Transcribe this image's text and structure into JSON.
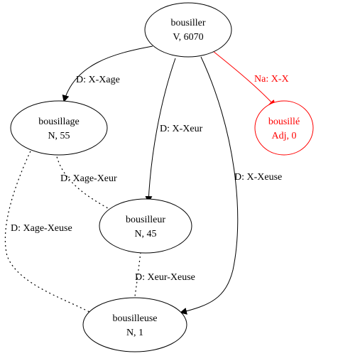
{
  "graph": {
    "nodes": [
      {
        "id": "bousiller",
        "name": "bousiller",
        "info": "V, 6070",
        "color": "#000000"
      },
      {
        "id": "bousillage",
        "name": "bousillage",
        "info": "N, 55",
        "color": "#000000"
      },
      {
        "id": "bousillé",
        "name": "bousillé",
        "info": "Adj, 0",
        "color": "#ff0000"
      },
      {
        "id": "bousilleur",
        "name": "bousilleur",
        "info": "N, 45",
        "color": "#000000"
      },
      {
        "id": "bousilleuse",
        "name": "bousilleuse",
        "info": "N, 1",
        "color": "#000000"
      }
    ],
    "edges": [
      {
        "id": "e1",
        "from": "bousiller",
        "to": "bousillage",
        "label": "D: X-Xage",
        "style": "solid",
        "directed": true,
        "color": "#000000"
      },
      {
        "id": "e2",
        "from": "bousiller",
        "to": "bousilleur",
        "label": "D: X-Xeur",
        "style": "solid",
        "directed": true,
        "color": "#000000"
      },
      {
        "id": "e3",
        "from": "bousiller",
        "to": "bousilleuse",
        "label": "D: X-Xeuse",
        "style": "solid",
        "directed": true,
        "color": "#000000"
      },
      {
        "id": "e4",
        "from": "bousiller",
        "to": "bousillé",
        "label": "Na: X-X",
        "style": "solid",
        "directed": true,
        "color": "#ff0000"
      },
      {
        "id": "e5",
        "from": "bousillage",
        "to": "bousilleur",
        "label": "D: Xage-Xeur",
        "style": "dotted",
        "directed": false,
        "color": "#000000"
      },
      {
        "id": "e6",
        "from": "bousillage",
        "to": "bousilleuse",
        "label": "D: Xage-Xeuse",
        "style": "dotted",
        "directed": false,
        "color": "#000000"
      },
      {
        "id": "e7",
        "from": "bousilleur",
        "to": "bousilleuse",
        "label": "D: Xeur-Xeuse",
        "style": "dotted",
        "directed": false,
        "color": "#000000"
      }
    ]
  }
}
